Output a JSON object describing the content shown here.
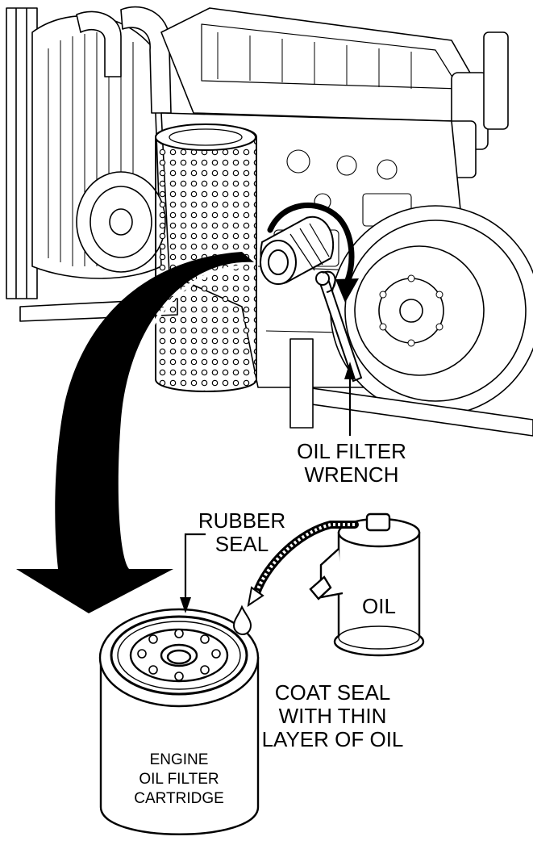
{
  "labels": {
    "wrench": [
      "OIL FILTER",
      "WRENCH"
    ],
    "seal": [
      "RUBBER",
      "SEAL"
    ],
    "oil_can": "OIL",
    "coat": [
      "COAT SEAL",
      "WITH THIN",
      "LAYER OF OIL"
    ],
    "cartridge": [
      "ENGINE",
      "OIL FILTER",
      "CARTRIDGE"
    ]
  },
  "colors": {
    "ink": "#000000",
    "paper": "#ffffff",
    "shade": "#d9d9d9"
  }
}
